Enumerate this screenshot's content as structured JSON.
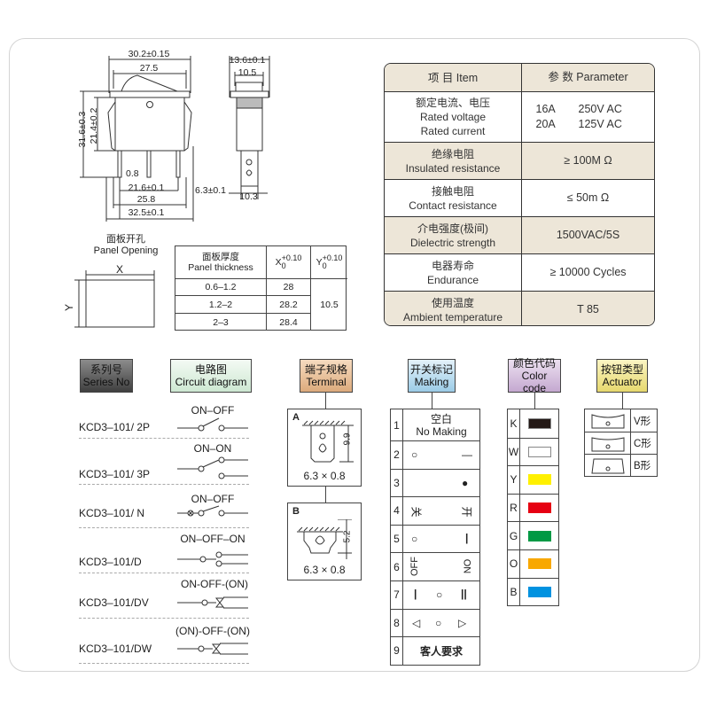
{
  "drawing": {
    "front_view": {
      "dims": {
        "top_outer": "30.2±0.15",
        "top_inner": "27.5",
        "left_total_height": "31.6±0.3",
        "left_body_height": "21.4±0.2",
        "pin_width": "0.8",
        "pin_span_inner": "21.6±0.1",
        "pin_span_outer": "25.8",
        "bottom_overall": "32.5±0.1"
      }
    },
    "side_view": {
      "dims": {
        "top_outer": "13.6±0.1",
        "top_inner": "10.5",
        "terminal_width": "6.3±0.1",
        "bottom_width": "10.3"
      }
    }
  },
  "panel_opening": {
    "title_cn": "面板开孔",
    "title_en": "Panel Opening",
    "x_label": "X",
    "y_label": "Y"
  },
  "panel_table": {
    "header": {
      "thickness_cn": "面板厚度",
      "thickness_en": "Panel thickness",
      "x_col": "X",
      "x_tol_plus": "+0.10",
      "x_tol_minus": "0",
      "y_col": "Y",
      "y_tol_plus": "+0.10",
      "y_tol_minus": "0"
    },
    "rows": [
      {
        "thickness": "0.6–1.2",
        "x": "28"
      },
      {
        "thickness": "1.2–2",
        "x": "28.2"
      },
      {
        "thickness": "2–3",
        "x": "28.4"
      }
    ],
    "y_value": "10.5"
  },
  "spec_table": {
    "header": {
      "item": "项 目   Item",
      "param": "参 数   Parameter"
    },
    "rows": [
      {
        "cn": "额定电流、电压",
        "en": "Rated voltage",
        "en2": "Rated current",
        "values": [
          [
            "16A",
            "250V AC"
          ],
          [
            "20A",
            "125V AC"
          ]
        ]
      },
      {
        "cn": "绝缘电阻",
        "en": "Insulated resistance",
        "value": "≥ 100M Ω"
      },
      {
        "cn": "接触电阻",
        "en": "Contact resistance",
        "value": "≤ 50m Ω"
      },
      {
        "cn": "介电强度(极间)",
        "en": "Dielectric strength",
        "value": "1500VAC/5S"
      },
      {
        "cn": "电器寿命",
        "en": "Endurance",
        "value": "≥ 10000 Cycles"
      },
      {
        "cn": "使用温度",
        "en": "Ambient temperature",
        "value": "T 85"
      }
    ]
  },
  "sections": {
    "series": {
      "cn": "系列号",
      "en": "Series No"
    },
    "circuit": {
      "cn": "电路图",
      "en": "Circuit diagram"
    },
    "terminal": {
      "cn": "端子规格",
      "en": "Terminal"
    },
    "making": {
      "cn": "开关标记",
      "en": "Making"
    },
    "color": {
      "cn": "颜色代码",
      "en": "Color code"
    },
    "actuator": {
      "cn": "按钮类型",
      "en": "Actuator"
    }
  },
  "series_list": [
    {
      "model": "KCD3–101/ 2P",
      "circuit": "ON–OFF"
    },
    {
      "model": "KCD3–101/ 3P",
      "circuit": "ON–ON"
    },
    {
      "model": "KCD3–101/ N",
      "circuit": "ON–OFF"
    },
    {
      "model": "KCD3–101/D",
      "circuit": "ON–OFF–ON"
    },
    {
      "model": "KCD3–101/DV",
      "circuit": "ON-OFF-(ON)"
    },
    {
      "model": "KCD3–101/DW",
      "circuit": "(ON)-OFF-(ON)"
    }
  ],
  "terminals": [
    {
      "tag": "A",
      "height": "9.9",
      "size": "6.3 × 0.8"
    },
    {
      "tag": "B",
      "height": "5.2",
      "size": "6.3 × 0.8"
    }
  ],
  "markings": [
    {
      "n": "1",
      "cn": "空白",
      "en": "No Making"
    },
    {
      "n": "2",
      "left": "○",
      "right": "—"
    },
    {
      "n": "3",
      "left": "",
      "right": "●"
    },
    {
      "n": "4",
      "left": "关",
      "right": "开"
    },
    {
      "n": "5",
      "left": "○",
      "right": "|"
    },
    {
      "n": "6",
      "left": "OFF",
      "right": "ON"
    },
    {
      "n": "7",
      "left": "|",
      "mid": "○",
      "right": "||"
    },
    {
      "n": "8",
      "left": "◁",
      "mid": "○",
      "right": "▷"
    },
    {
      "n": "9",
      "text": "客人要求"
    }
  ],
  "colors": [
    {
      "code": "K",
      "hex": "#231815"
    },
    {
      "code": "W",
      "hex": "#ffffff"
    },
    {
      "code": "Y",
      "hex": "#fff000"
    },
    {
      "code": "R",
      "hex": "#e60012"
    },
    {
      "code": "G",
      "hex": "#009944"
    },
    {
      "code": "O",
      "hex": "#f8a800"
    },
    {
      "code": "B",
      "hex": "#0092e0"
    }
  ],
  "actuators": [
    {
      "type": "V",
      "label": "V形"
    },
    {
      "type": "C",
      "label": "C形"
    },
    {
      "type": "B",
      "label": "B形"
    }
  ]
}
